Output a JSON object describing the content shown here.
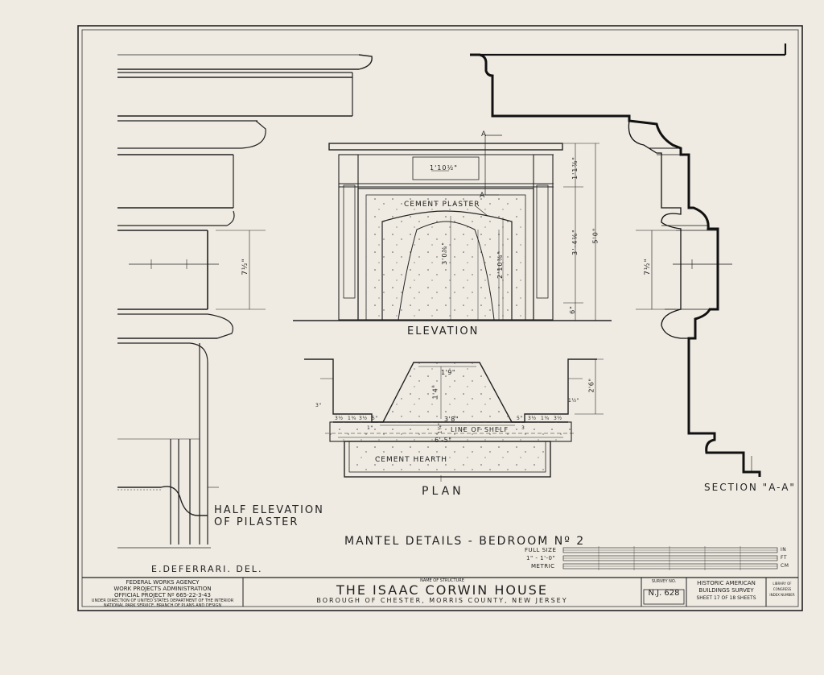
{
  "sheet": {
    "delineator": "E.DEFERRARI. DEL.",
    "drawing_title": "MANTEL DETAILS - BEDROOM Nº 2"
  },
  "views": {
    "half_elevation": "HALF ELEVATION\nOF PILASTER",
    "elevation": "ELEVATION",
    "plan": "PLAN",
    "section": "SECTION \"A-A\""
  },
  "section_marks": {
    "top": "A",
    "bottom": "A"
  },
  "notes": {
    "cement_plaster": "CEMENT PLASTER",
    "line_of_shelf": "LINE OF SHELF",
    "cement_hearth": "CEMENT HEARTH"
  },
  "dimensions": {
    "pilaster_width_left": "7½\"",
    "pilaster_width_right": "7½\"",
    "frieze_panel": "1'10½\"",
    "opening_height_1": "3'0⅜\"",
    "opening_height_2": "2'10⅜\"",
    "frieze_height": "1'1⅞\"",
    "opening_total": "3'-4⅛\"",
    "overall_height": "5'0\"",
    "base_height": "6\"",
    "plan_back": "1'9\"",
    "plan_depth": "1'4\"",
    "plan_opening": "3'8\"",
    "plan_overall": "6'-5\"",
    "plan_side_depth": "2'6\"",
    "plan_small_right": "1½\"",
    "plan_small_left": "3\"",
    "plan_hearth_thick": "1¼\"",
    "plan_seg_a": "3½",
    "plan_seg_b": "1¾",
    "plan_seg_c": "3½",
    "plan_seg_d": "5\"",
    "plan_seg_e": "5\"",
    "plan_seg_f": "3½",
    "plan_seg_g": "1¾",
    "plan_seg_h": "3½",
    "plan_small_1": "1\"",
    "plan_small_2": "3"
  },
  "scale_bar": {
    "full_size": "FULL SIZE",
    "ft_scale": "1\" - 1'-0\"",
    "metric": "METRIC",
    "unit_in": "IN",
    "unit_ft": "FT",
    "unit_cm": "CM"
  },
  "title_block": {
    "agency_line1": "FEDERAL WORKS AGENCY",
    "agency_line2": "WORK PROJECTS ADMINISTRATION",
    "agency_line3": "OFFICIAL PROJECT Nº 665-22-3-43",
    "agency_line4": "UNDER DIRECTION OF UNITED STATES DEPARTMENT OF THE INTERIOR",
    "agency_line5": "NATIONAL PARK SERVICE, BRANCH OF PLANS AND DESIGN",
    "name_caption": "NAME OF STRUCTURE",
    "structure_name": "THE ISAAC CORWIN HOUSE",
    "location": "BOROUGH OF CHESTER, MORRIS COUNTY, NEW JERSEY",
    "survey_caption": "SURVEY NO.",
    "survey_no": "N.J. 628",
    "habs_line1": "HISTORIC AMERICAN",
    "habs_line2": "BUILDINGS SURVEY",
    "sheet_count": "SHEET 17 OF 18 SHEETS",
    "loc_line1": "LIBRARY OF CONGRESS",
    "loc_line2": "INDEX NUMBER"
  }
}
